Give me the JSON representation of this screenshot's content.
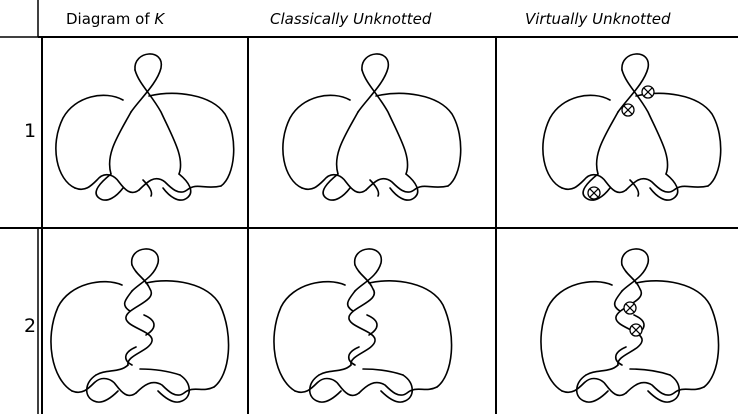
{
  "headers": {
    "col1_prefix": "Diagram of ",
    "col1_var": "K",
    "col2": "Classically Unknotted",
    "col3": "Virtually Unknotted"
  },
  "rows": [
    {
      "label": "1"
    },
    {
      "label": "2"
    }
  ]
}
